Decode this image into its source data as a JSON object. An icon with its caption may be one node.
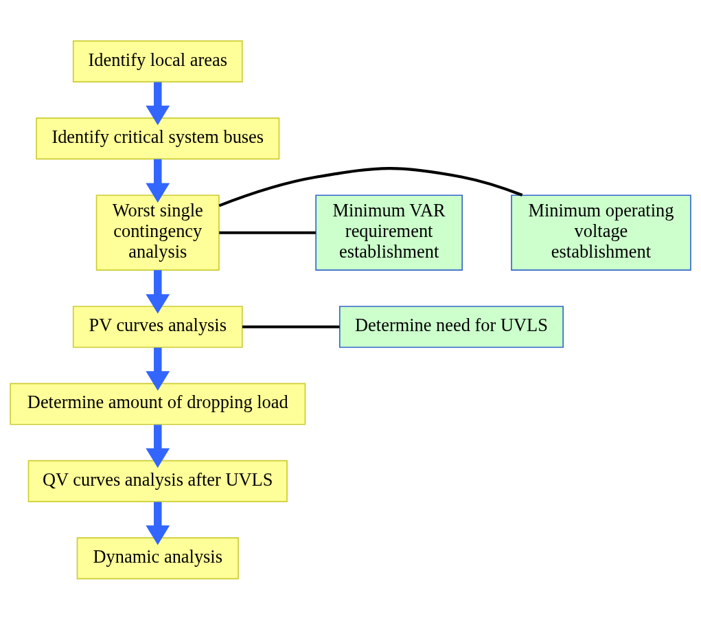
{
  "diagram": {
    "nodes": [
      {
        "text": [
          "Identify local areas"
        ]
      },
      {
        "text": [
          "Identify critical system buses"
        ]
      },
      {
        "text": [
          "Worst single contingency analysis"
        ]
      },
      {
        "text": [
          "Minimum operating voltage establishment"
        ]
      },
      {
        "text": [
          "Minimum VAR requirement establishment"
        ]
      },
      {
        "text": [
          "PV curves analysis"
        ]
      },
      {
        "text": [
          "Determine need for UVLS"
        ]
      },
      {
        "text": [
          "Determine amount of dropping load"
        ]
      },
      {
        "text": [
          "QV curves analysis after UVLS"
        ]
      },
      {
        "text": [
          "Dynamic analysis"
        ]
      }
    ],
    "edges": [
      {
        "from": 0,
        "to": 1,
        "arrow": "to"
      },
      {
        "from": 1,
        "to": 2,
        "arrow": "to"
      },
      {
        "from": 2,
        "to": 3,
        "arrow": "none",
        "color": "#000000"
      },
      {
        "from": 2,
        "to": 4,
        "arrow": "none",
        "color": "#000000"
      },
      {
        "from": 2,
        "to": 5,
        "arrow": "to"
      },
      {
        "from": 5,
        "to": 6,
        "arrow": "none",
        "color": "#000000"
      },
      {
        "from": 5,
        "to": 7,
        "arrow": "to"
      },
      {
        "from": 7,
        "to": 8,
        "arrow": "to"
      },
      {
        "from": 8,
        "to": 9,
        "arrow": "to"
      }
    ]
  }
}
